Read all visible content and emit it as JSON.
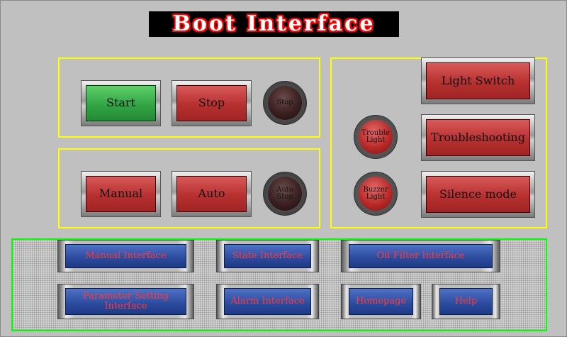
{
  "title": "Boot Interface",
  "control": {
    "start_label": "Start",
    "stop_label": "Stop",
    "stop_lamp_label": "Stop",
    "manual_label": "Manual",
    "auto_label": "Auto",
    "auto_stop_lamp_label": "Auto Stop"
  },
  "alarm": {
    "light_switch_label": "Light Switch",
    "troubleshooting_label": "Troubleshooting",
    "silence_label": "Silence mode",
    "trouble_light_label": "Trouble Light",
    "buzzer_light_label": "Buzzer Light"
  },
  "nav": {
    "manual_interface": "Manual Interface",
    "state_interface": "State Interface",
    "oil_filter_interface": "Oil Filter Interface",
    "parameter_setting_interface": "Parameter Setting Interface",
    "alarm_interface": "Alarm Interface",
    "homepage": "Homepage",
    "help": "Help"
  },
  "colors": {
    "title_text": "#ff0000",
    "panel_border": "#ffff00",
    "nav_border": "#00ff00",
    "button_red": "#b83030",
    "button_green": "#33a546",
    "nav_button": "#2b4a9e"
  }
}
